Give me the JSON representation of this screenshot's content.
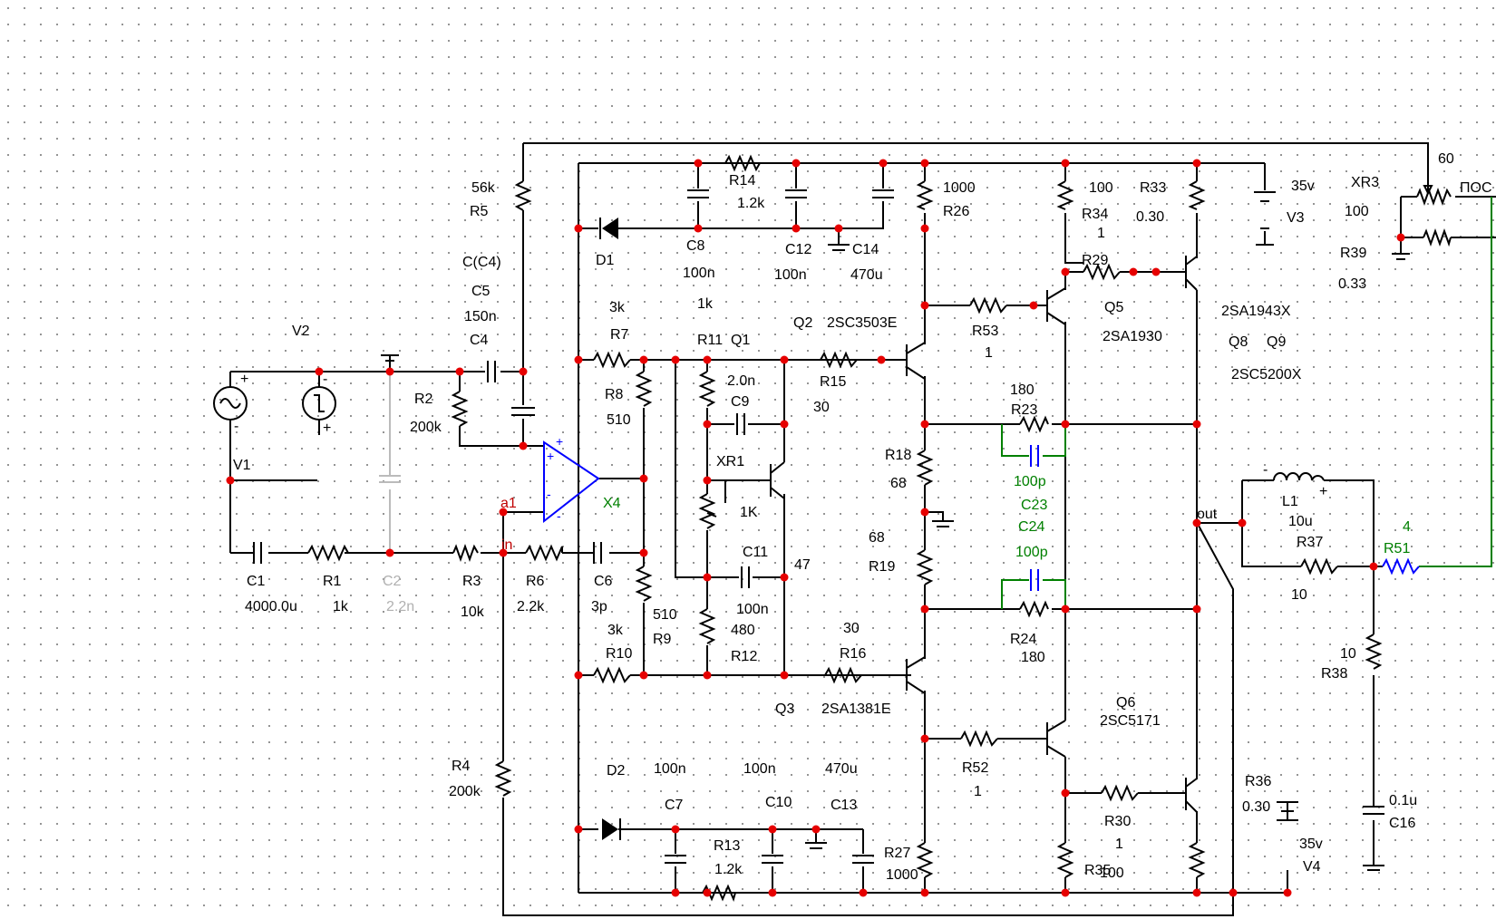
{
  "schematic": {
    "component_labels": [
      "V1",
      "V2",
      "C1",
      "4000.0u",
      "R1",
      "1k",
      "C2",
      "2.2n",
      "R3",
      "10k",
      "R2",
      "200k",
      "56k",
      "R5",
      "C(C4)",
      "C5",
      "150n",
      "C4",
      "R4",
      "200k",
      "R6",
      "2.2k",
      "C6",
      "3p",
      "X4",
      "a1",
      "in",
      "D1",
      "D2",
      "C8",
      "100n",
      "C12",
      "100n",
      "C14",
      "470u",
      "R14",
      "1.2k",
      "C7",
      "100n",
      "C10",
      "100n",
      "C13",
      "470u",
      "R13",
      "1.2k",
      "3k",
      "R7",
      "R8",
      "510",
      "R11",
      "Q1",
      "1k",
      "2.0n",
      "C9",
      "XR1",
      "1K",
      "C11",
      "100n",
      "47",
      "R9",
      "510",
      "3k",
      "R10",
      "480",
      "R12",
      "Q2",
      "2SC3503E",
      "R15",
      "30",
      "Q3",
      "2SA1381E",
      "30",
      "R16",
      "1000",
      "R26",
      "R18",
      "68",
      "68",
      "R19",
      "R27",
      "1000",
      "R53",
      "1",
      "R52",
      "1",
      "Q5",
      "2SA1930",
      "Q6",
      "2SC5171",
      "100",
      "R34",
      "1",
      "R29",
      "R33",
      "0.30",
      "180",
      "R23",
      "R24",
      "180",
      "100p",
      "C23",
      "C24",
      "100p",
      "R30",
      "1",
      "R35",
      "100",
      "R36",
      "0.30",
      "35v",
      "V3",
      "35v",
      "V4",
      "2SA1943X",
      "Q8",
      "Q9",
      "2SC5200X",
      "XR3",
      "100",
      "60",
      "ПОС",
      "R39",
      "0.33",
      "out",
      "L1",
      "10u",
      "R37",
      "10",
      "4",
      "R51",
      "10",
      "R38",
      "0.1u",
      "C16"
    ]
  }
}
